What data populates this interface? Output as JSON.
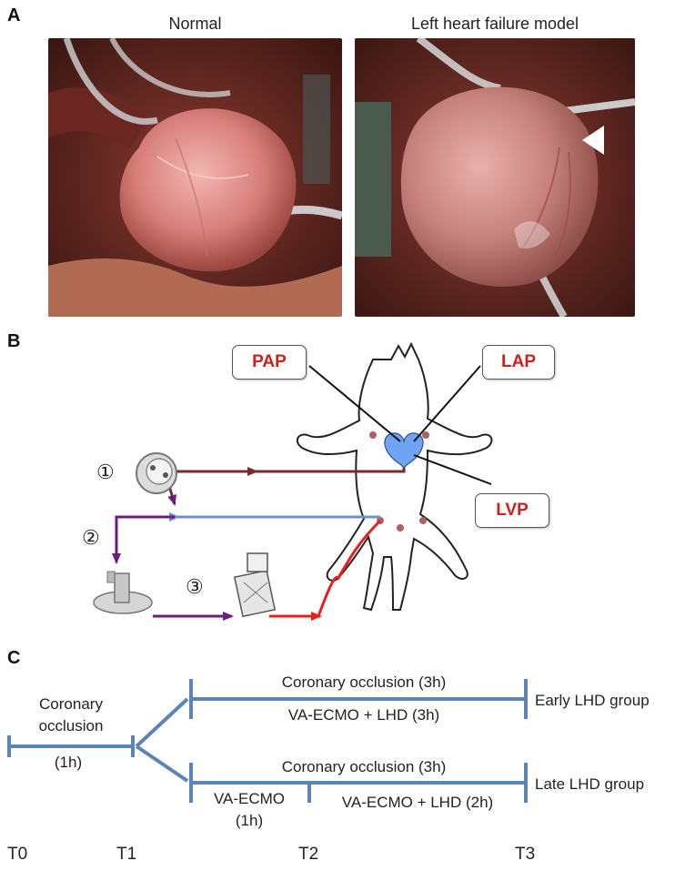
{
  "panels": {
    "a": "A",
    "b": "B",
    "c": "C"
  },
  "panel_a": {
    "left_title": "Normal",
    "right_title": "Left heart failure model"
  },
  "panel_b": {
    "labels": {
      "pap": "PAP",
      "lap": "LAP",
      "lvp": "LVP"
    },
    "steps": [
      "①",
      "②",
      "③"
    ],
    "colors": {
      "arterial": "#e8201c",
      "venous": "#6f8fc8",
      "drain": "#7a2a2a",
      "pump": "#6a1f7a",
      "heart": "#6fa4f2",
      "label": "#d0201c"
    }
  },
  "panel_c": {
    "initial_top": "Coronary",
    "initial_bottom": "occlusion",
    "initial_duration": "(1h)",
    "early_top": "Coronary occlusion (3h)",
    "early_bottom": "VA-ECMO + LHD (3h)",
    "early_group": "Early LHD group",
    "late_top": "Coronary occlusion (3h)",
    "late_seg1_a": "VA-ECMO",
    "late_seg1_b": "(1h)",
    "late_seg2": "VA-ECMO + LHD (2h)",
    "late_group": "Late LHD group",
    "time_points": [
      "T0",
      "T1",
      "T2",
      "T3"
    ],
    "line_color": "#5b84b8"
  }
}
